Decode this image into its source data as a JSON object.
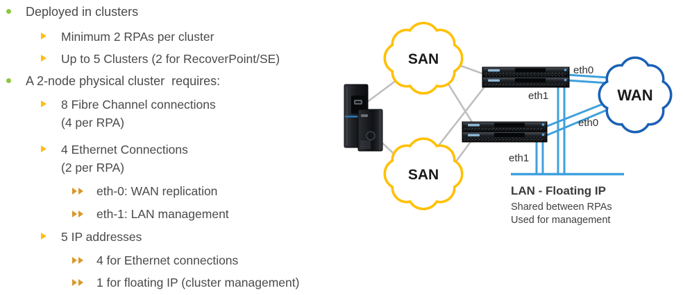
{
  "outline": {
    "items": [
      {
        "level": 1,
        "text": "Deployed in clusters"
      },
      {
        "level": 2,
        "text": "Minimum 2 RPAs per cluster"
      },
      {
        "level": 2,
        "text": "Up to 5 Clusters (2 for RecoverPoint/SE)"
      },
      {
        "level": 1,
        "text": "A 2-node physical cluster  requires:"
      },
      {
        "level": 2,
        "text": "8 Fibre Channel connections",
        "text2": "(4 per RPA)"
      },
      {
        "level": 2,
        "text": "4 Ethernet Connections",
        "text2": "(2 per RPA)"
      },
      {
        "level": 3,
        "text": "eth-0: WAN replication"
      },
      {
        "level": 3,
        "text": "eth-1: LAN management"
      },
      {
        "level": 2,
        "text": "5 IP addresses"
      },
      {
        "level": 3,
        "text": "4 for Ethernet connections"
      },
      {
        "level": 3,
        "text": "1 for floating IP (cluster management)"
      }
    ]
  },
  "diagram": {
    "clouds": {
      "san_top": "SAN",
      "san_bottom": "SAN",
      "wan": "WAN"
    },
    "port_labels": {
      "rpa1_eth0": "eth0",
      "rpa1_eth1": "eth1",
      "rpa2_eth0": "eth0",
      "rpa2_eth1": "eth1"
    },
    "lan_note": {
      "title": "LAN - Floating IP",
      "line1": "Shared between RPAs",
      "line2": "Used for management"
    }
  },
  "colors": {
    "san_cloud_border": "#FFC000",
    "wan_cloud_border": "#1A61B5",
    "ethernet_line": "#3FA0DC",
    "fibre_channel_line": "#BFBFBF",
    "bullet_level1": "#8DC63F",
    "bullet_level2": "#FFBE14",
    "bullet_level3": "#D9982B",
    "body_text": "#4A4A4A"
  }
}
